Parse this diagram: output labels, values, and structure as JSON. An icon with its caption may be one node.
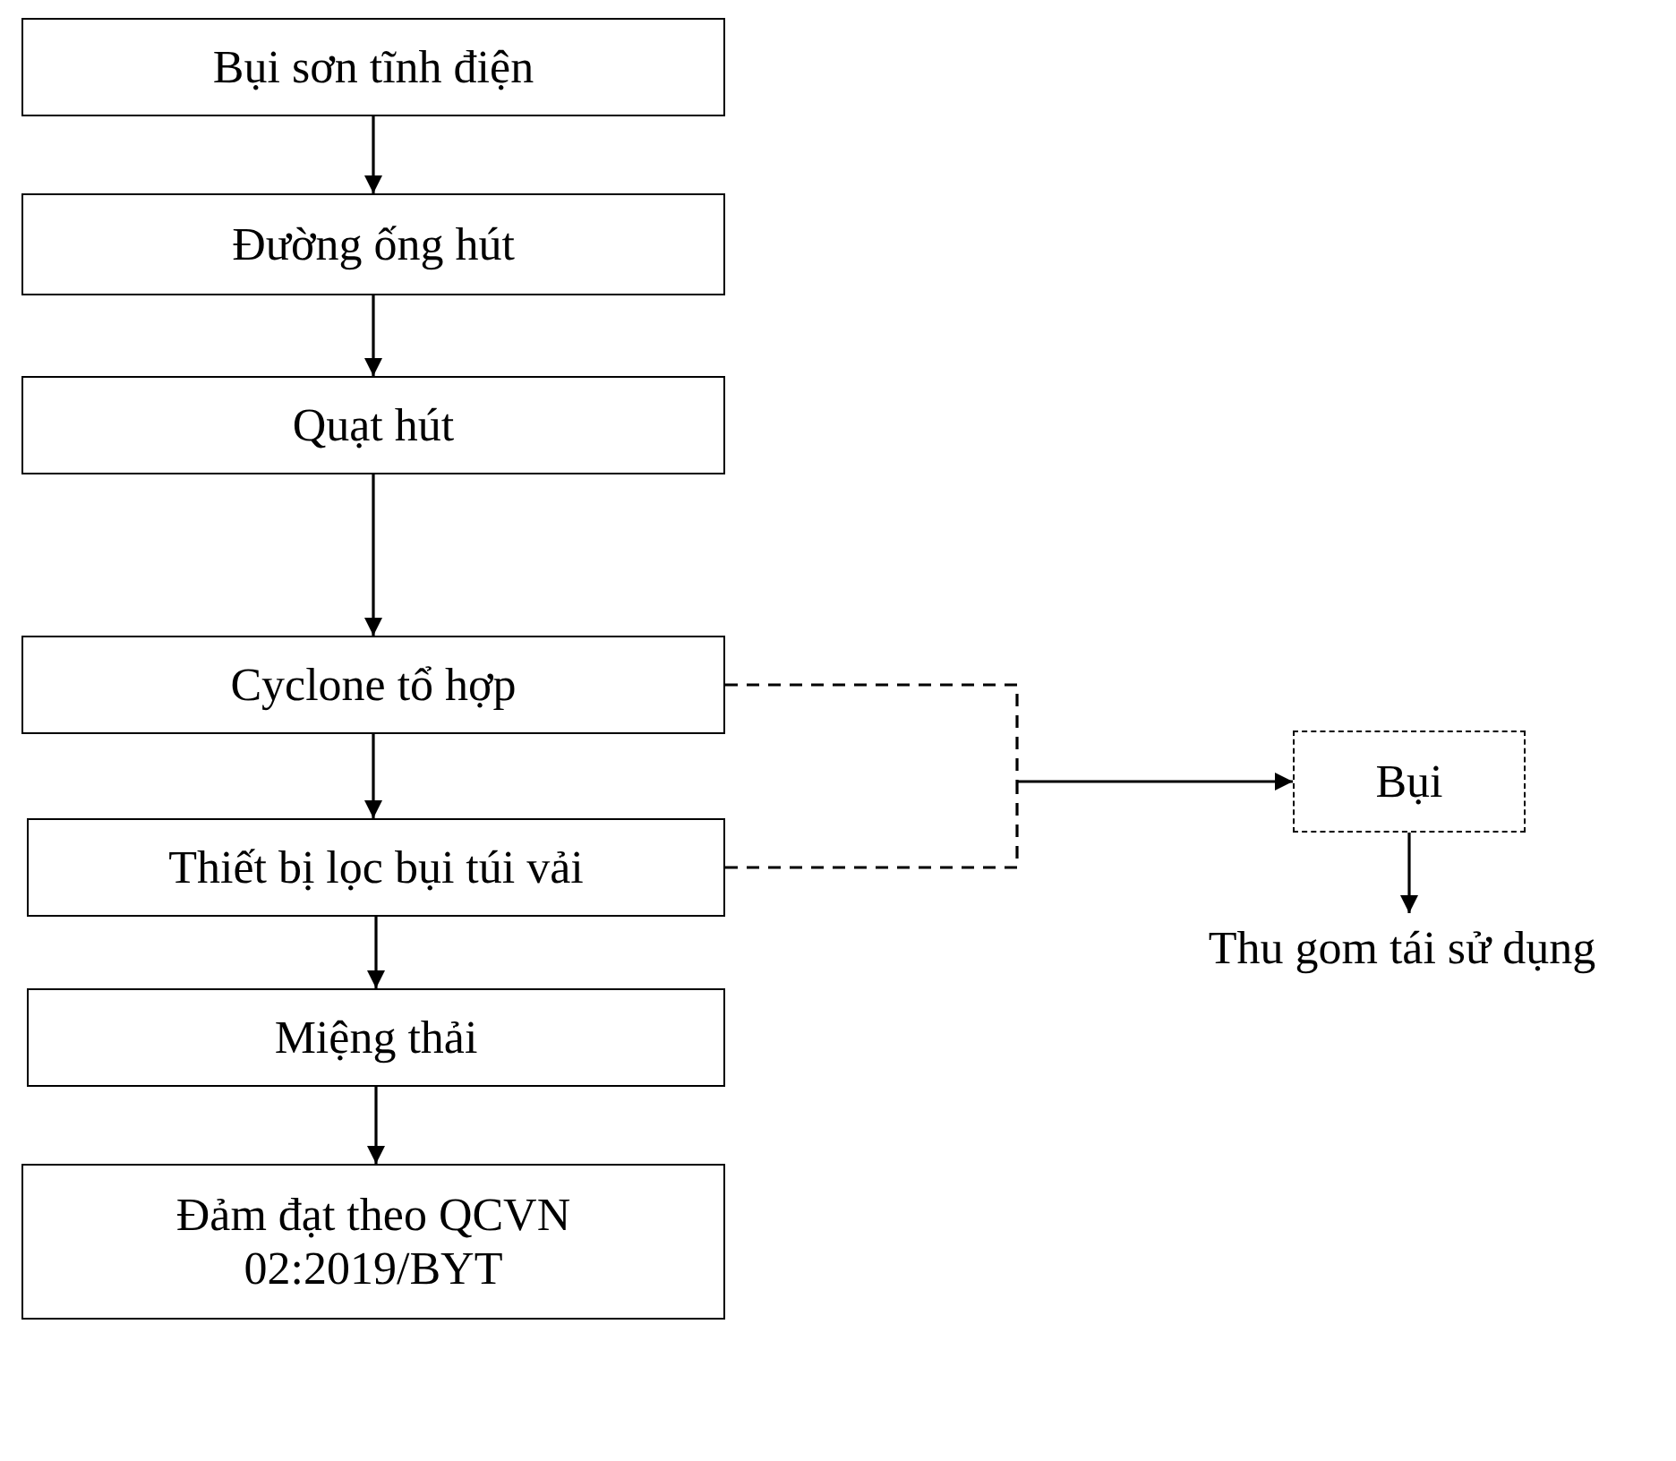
{
  "diagram": {
    "nodes": [
      {
        "text": [
          "Bụi sơn tĩnh điện"
        ]
      },
      {
        "text": [
          "Đường ống hút"
        ]
      },
      {
        "text": [
          "Quạt hút"
        ]
      },
      {
        "text": [
          "Cyclone tổ hợp"
        ]
      },
      {
        "text": [
          "Thiết bị lọc bụi túi vải"
        ]
      },
      {
        "text": [
          "Miệng thải"
        ]
      },
      {
        "text": [
          "Đảm đạt theo QCVN 02:2019/BYT"
        ]
      },
      {
        "text": [
          "Bụi"
        ]
      },
      {
        "text": [
          "Thu gom tái sử dụng"
        ]
      }
    ],
    "edges": [
      {
        "from": 0,
        "to": 1,
        "arrow": "to"
      },
      {
        "from": 1,
        "to": 2,
        "arrow": "to"
      },
      {
        "from": 2,
        "to": 3,
        "arrow": "to"
      },
      {
        "from": 3,
        "to": 4,
        "arrow": "to"
      },
      {
        "from": 4,
        "to": 5,
        "arrow": "to"
      },
      {
        "from": 5,
        "to": 6,
        "arrow": "to"
      },
      {
        "from": 3,
        "to": 7,
        "arrow": "to",
        "style": "dashed"
      },
      {
        "from": 4,
        "to": 7,
        "arrow": "to",
        "style": "dashed"
      },
      {
        "from": 7,
        "to": 8,
        "arrow": "to"
      }
    ]
  }
}
